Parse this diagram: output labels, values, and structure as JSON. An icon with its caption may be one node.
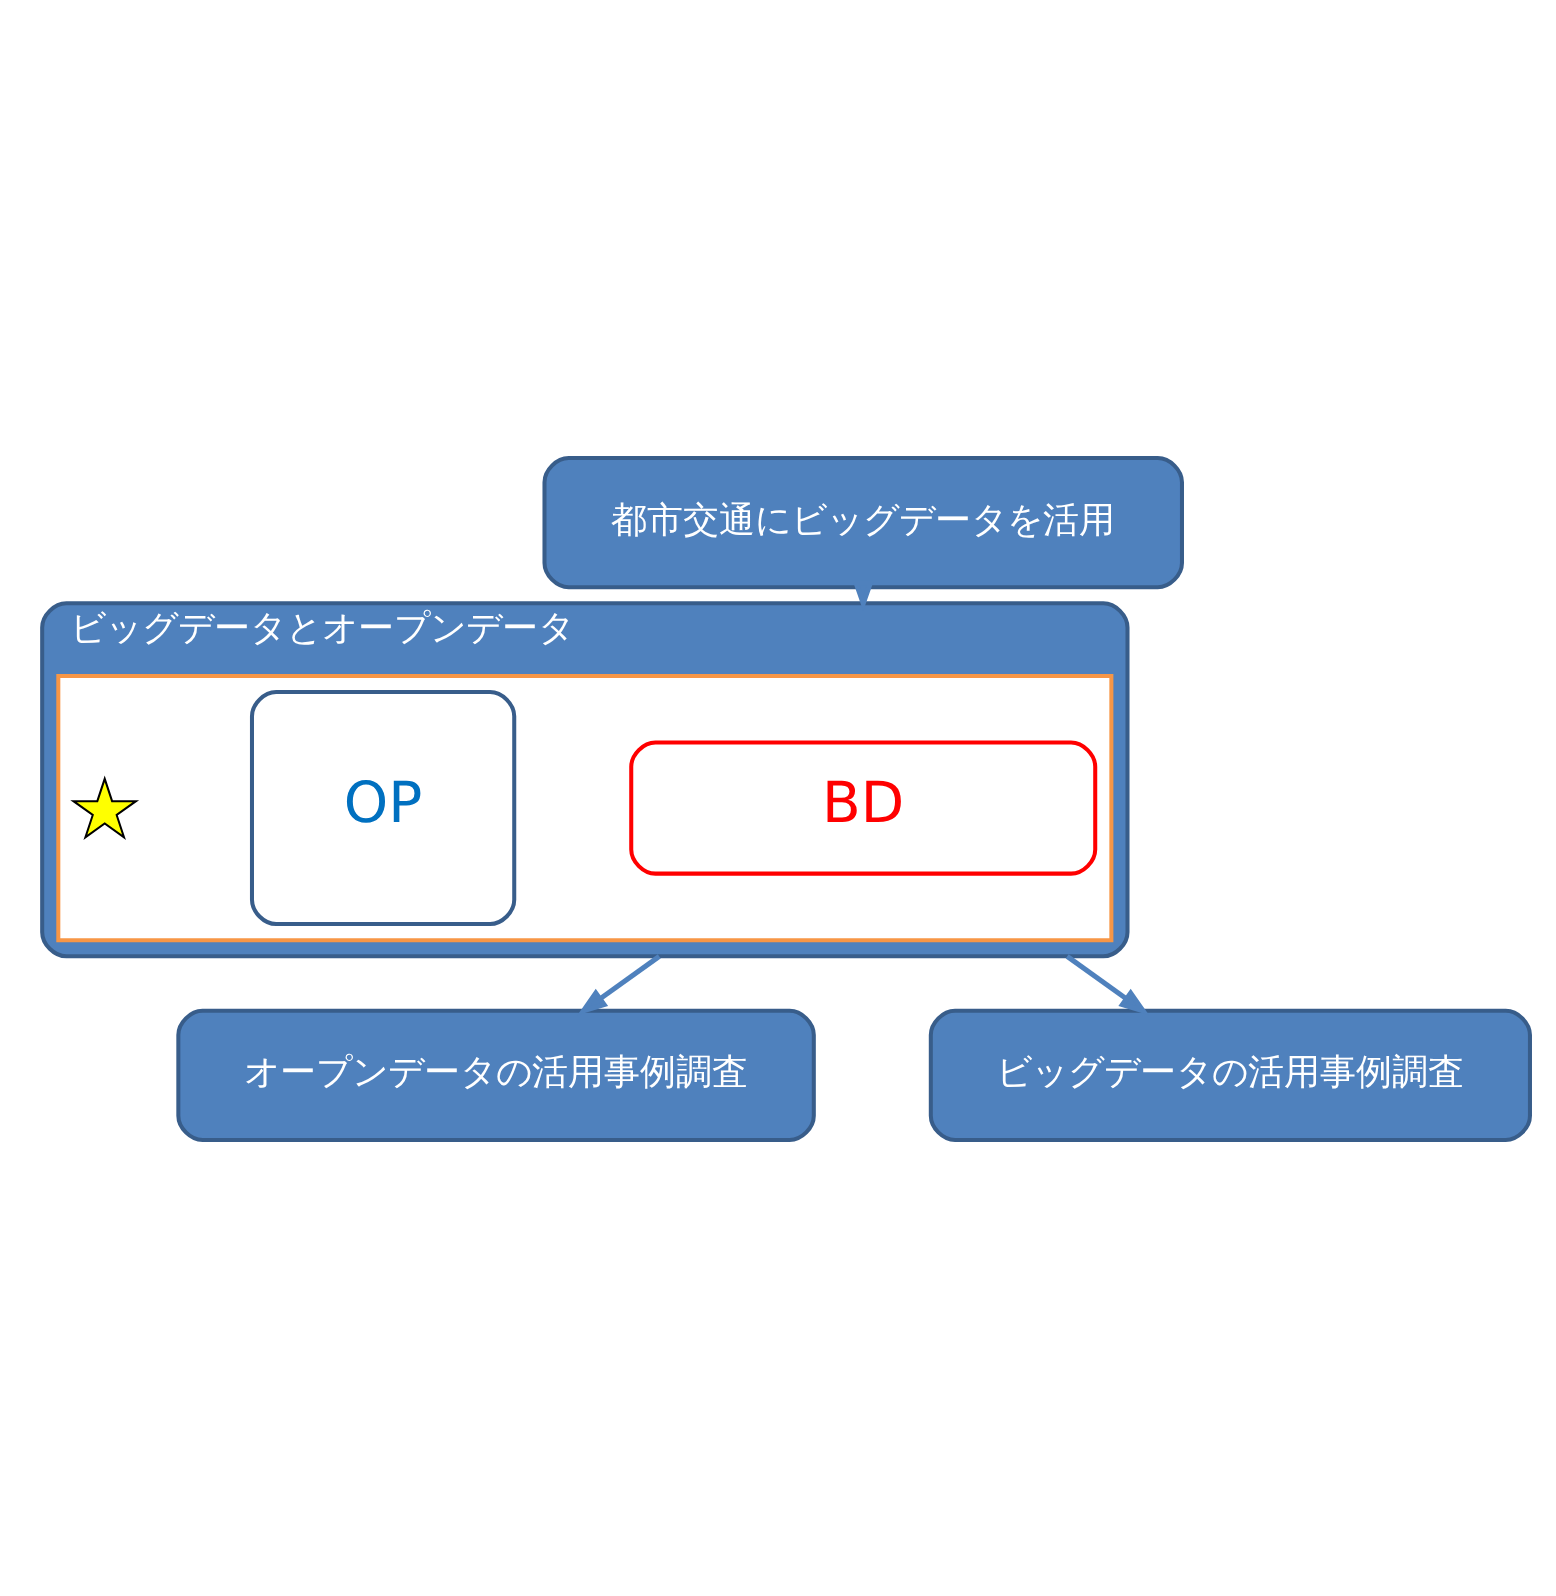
{
  "diagram": {
    "nodes": [
      {
        "text": [
          "都市交通にビッグデータを活用"
        ]
      },
      {
        "text": [
          "ビッグデータとオープンデータ"
        ]
      },
      {
        "text": [],
        "shape": "box",
        "in": 1
      },
      {
        "text": [
          "BD"
        ],
        "in": 2
      },
      {
        "text": [
          "OP"
        ],
        "in": 2
      },
      {
        "text": [],
        "shape": "star",
        "in": 2
      },
      {
        "text": [
          "オープンデータの活用事例調査"
        ]
      },
      {
        "text": [
          "ビッグデータの活用事例調査"
        ]
      }
    ],
    "edges": [
      {
        "from": 0,
        "to": 1,
        "arrow": "to"
      },
      {
        "from": 1,
        "to": 6,
        "arrow": "to"
      },
      {
        "from": 1,
        "to": 7,
        "arrow": "to"
      }
    ]
  }
}
